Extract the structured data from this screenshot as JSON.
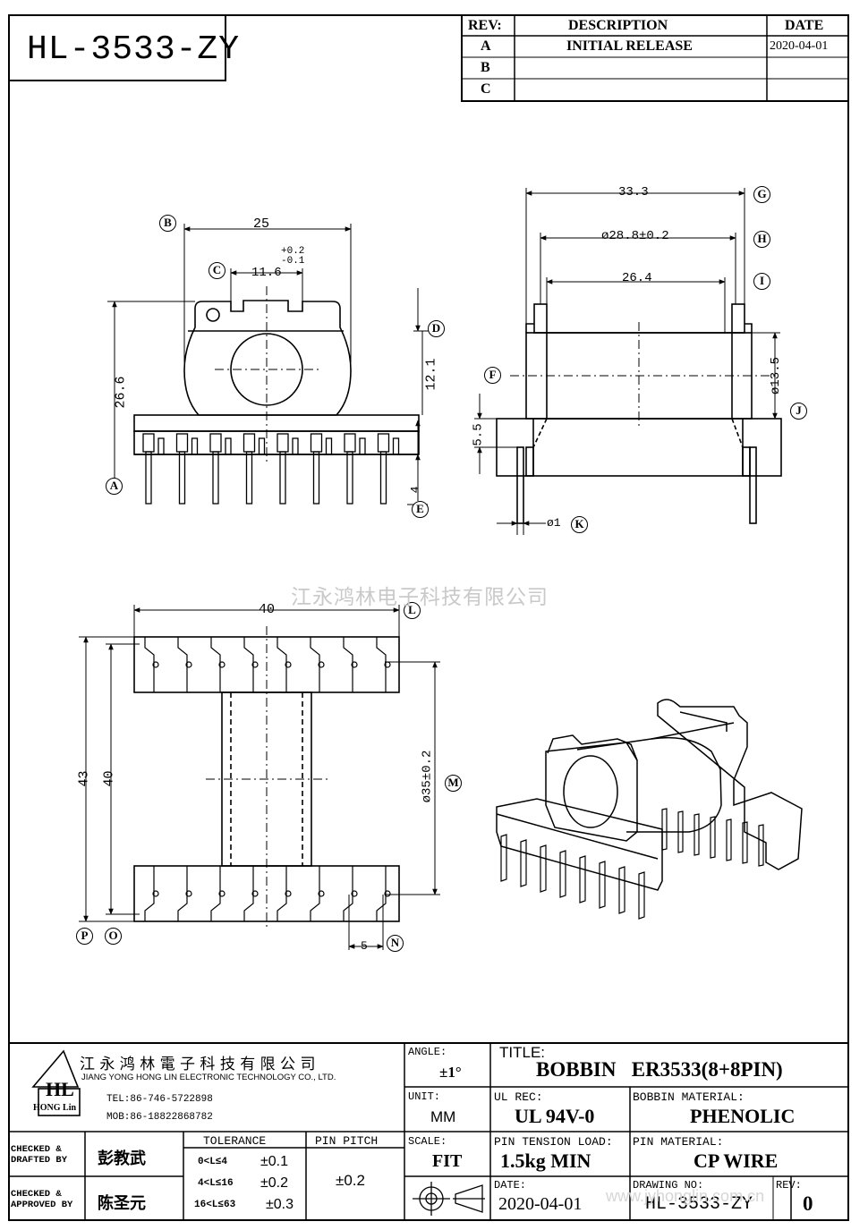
{
  "drawing_code": "HL-3533-ZY",
  "revision_table": {
    "headers": [
      "REV:",
      "DESCRIPTION",
      "DATE"
    ],
    "rows": [
      {
        "rev": "A",
        "description": "INITIAL  RELEASE",
        "date": "2020-04-01"
      },
      {
        "rev": "B",
        "description": "",
        "date": ""
      },
      {
        "rev": "C",
        "description": "",
        "date": ""
      }
    ]
  },
  "dimensions": {
    "front_width": "25",
    "front_slot": "11.6",
    "front_tol_plus": "+0.2",
    "front_tol_minus": "-0.1",
    "front_height": "26.6",
    "front_center": "12.1",
    "front_pin": "4",
    "side_total": "33.3",
    "side_flange": "ø28.8±0.2",
    "side_inner": "26.4",
    "side_core": "ø13.5",
    "side_base": "5.5",
    "side_pin": "ø1",
    "bottom_width": "40",
    "bottom_outer": "43",
    "bottom_inner": "40",
    "bottom_row": "ø35±0.2",
    "bottom_pitch": "5"
  },
  "callouts": [
    "A",
    "B",
    "C",
    "D",
    "E",
    "F",
    "G",
    "H",
    "I",
    "J",
    "K",
    "L",
    "M",
    "N",
    "O",
    "P"
  ],
  "watermark": "江永鸿林电子科技有限公司",
  "company": {
    "name_cn": "江 永 鸿 林 電 子 科 技 有 限 公 司",
    "name_en": "JIANG YONG HONG LIN ELECTRONIC TECHNOLOGY CO., LTD.",
    "logo_text": "HL",
    "logo_sub": "HONG Lin",
    "tel": "TEL:86-746-5722898",
    "mob": "MOB:86-18822868782"
  },
  "title_block": {
    "angle_label": "ANGLE:",
    "angle_value": "±1°",
    "title_label": "TITLE:",
    "title_value": "BOBBIN   ER3533(8+8PIN)",
    "unit_label": "UNIT:",
    "unit_value": "MM",
    "ul_label": "UL REC:",
    "ul_value": "UL 94V-0",
    "bobbin_mat_label": "BOBBIN MATERIAL:",
    "bobbin_mat_value": "PHENOLIC",
    "scale_label": "SCALE:",
    "scale_value": "FIT",
    "tension_label": "PIN TENSION LOAD:",
    "tension_value": "1.5kg MIN",
    "pin_mat_label": "PIN MATERIAL:",
    "pin_mat_value": "CP WIRE",
    "date_label": "DATE:",
    "date_value": "2020-04-01",
    "drawing_no_label": "DRAWING NO:",
    "drawing_no_value": "HL-3533-ZY",
    "rev_label": "REV:",
    "rev_value": "0",
    "checked_drafted_label": "CHECKED &\nDRAFTED BY",
    "checked_drafted_name": "彭教武",
    "checked_approved_label": "CHECKED &\nAPPROVED BY",
    "checked_approved_name": "陈圣元",
    "tolerance_label": "TOLERANCE",
    "pin_pitch_label": "PIN PITCH",
    "pin_pitch_value": "±0.2",
    "tolerances": [
      {
        "range": "0<L≤4",
        "value": "±0.1"
      },
      {
        "range": "4<L≤16",
        "value": "±0.2"
      },
      {
        "range": "16<L≤63",
        "value": "±0.3"
      }
    ],
    "web_watermark": "www.jyhonglin.com.cn"
  }
}
